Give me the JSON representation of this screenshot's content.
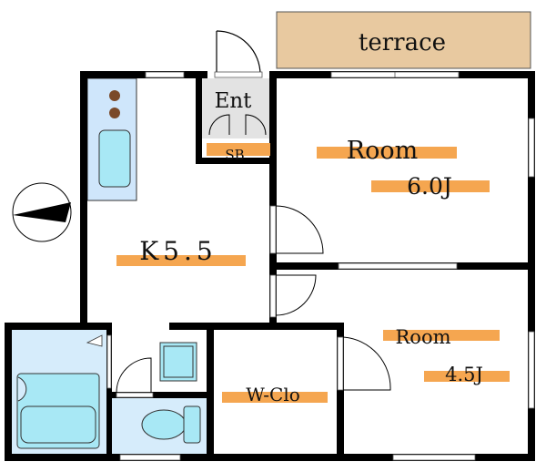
{
  "labels": {
    "terrace": "terrace",
    "entrance": "Ent",
    "shoe_box": "SB",
    "kitchen": "K5.5",
    "room_large_name": "Room",
    "room_large_size": "6.0J",
    "room_small_name": "Room",
    "room_small_size": "4.5J",
    "walk_in_closet": "W-Clo"
  },
  "colors": {
    "wall": "#000000",
    "terrace_fill": "#e8c9a0",
    "label_highlight": "#f5a650",
    "entrance_floor": "#e3e3e3",
    "wet_area_fill": "#d6ecfb",
    "fixture_fill": "#a8e8f5",
    "stove_burner": "#7a4a2a",
    "window_line": "#666666"
  }
}
